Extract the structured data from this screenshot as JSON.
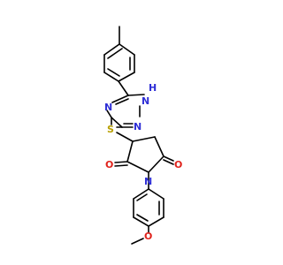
{
  "molecule": {
    "atoms": {
      "S": {
        "label": "S",
        "color": "#b8a000"
      },
      "N_triazole_4": {
        "label": "N",
        "color": "#2f2fd6"
      },
      "N_triazole_2": {
        "label": "N",
        "color": "#2f2fd6"
      },
      "NH_triazole_1": {
        "label": "N",
        "color": "#2f2fd6",
        "h_label": "H"
      },
      "O_carbonyl_left": {
        "label": "O",
        "color": "#e0231c"
      },
      "O_carbonyl_right": {
        "label": "O",
        "color": "#e0231c"
      },
      "N_imide": {
        "label": "N",
        "color": "#2f2fd6"
      },
      "O_methoxy": {
        "label": "O",
        "color": "#e0231c"
      }
    },
    "bond_color": "#000000",
    "background": "#ffffff"
  }
}
